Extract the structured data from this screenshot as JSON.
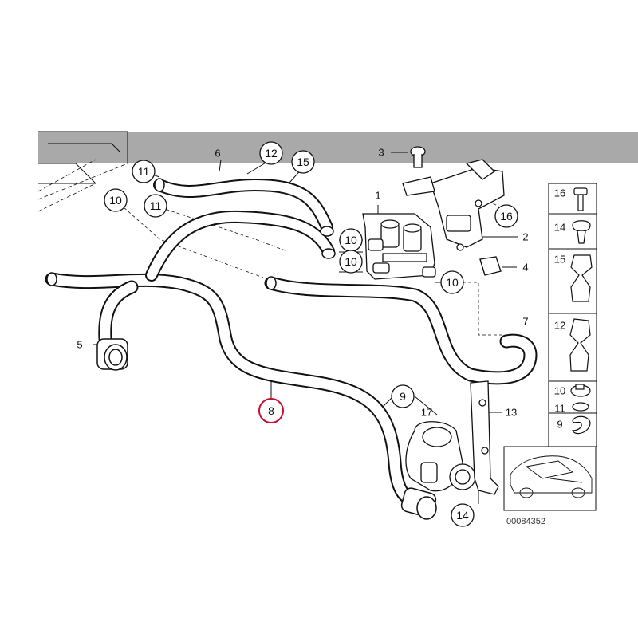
{
  "diagram": {
    "reference_number": "00084352",
    "highlighted_part": "8",
    "colors": {
      "header_band": "#a9a9a9",
      "highlight_ring": "#c8102e",
      "line": "#111111"
    },
    "callouts": {
      "c1": "1",
      "c2": "2",
      "c3": "3",
      "c4": "4",
      "c5": "5",
      "c6": "6",
      "c7": "7",
      "c8": "8",
      "c9": "9",
      "c13": "13",
      "c17": "17",
      "c10a": "10",
      "c10b": "10",
      "c10c": "10",
      "c10d": "10",
      "c11a": "11",
      "c11b": "11",
      "c12": "12",
      "c14": "14",
      "c15": "15",
      "c16": "16"
    },
    "legend": {
      "r16": "16",
      "r14": "14",
      "r15": "15",
      "r12": "12",
      "r10": "10",
      "r11": "11",
      "r9": "9"
    }
  }
}
